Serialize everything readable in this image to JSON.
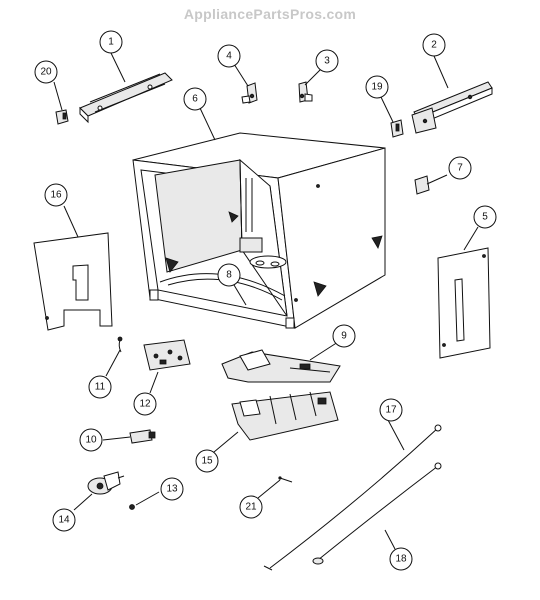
{
  "watermark": "AppliancePartsPros.com",
  "callouts": [
    {
      "id": "1",
      "label": "1"
    },
    {
      "id": "2",
      "label": "2"
    },
    {
      "id": "3",
      "label": "3"
    },
    {
      "id": "4",
      "label": "4"
    },
    {
      "id": "5",
      "label": "5"
    },
    {
      "id": "6",
      "label": "6"
    },
    {
      "id": "7",
      "label": "7"
    },
    {
      "id": "8",
      "label": "8"
    },
    {
      "id": "9",
      "label": "9"
    },
    {
      "id": "10",
      "label": "10"
    },
    {
      "id": "11",
      "label": "11"
    },
    {
      "id": "12",
      "label": "12"
    },
    {
      "id": "13",
      "label": "13"
    },
    {
      "id": "14",
      "label": "14"
    },
    {
      "id": "15",
      "label": "15"
    },
    {
      "id": "16",
      "label": "16"
    },
    {
      "id": "17",
      "label": "17"
    },
    {
      "id": "18",
      "label": "18"
    },
    {
      "id": "19",
      "label": "19"
    },
    {
      "id": "20",
      "label": "20"
    },
    {
      "id": "21",
      "label": "21"
    }
  ]
}
